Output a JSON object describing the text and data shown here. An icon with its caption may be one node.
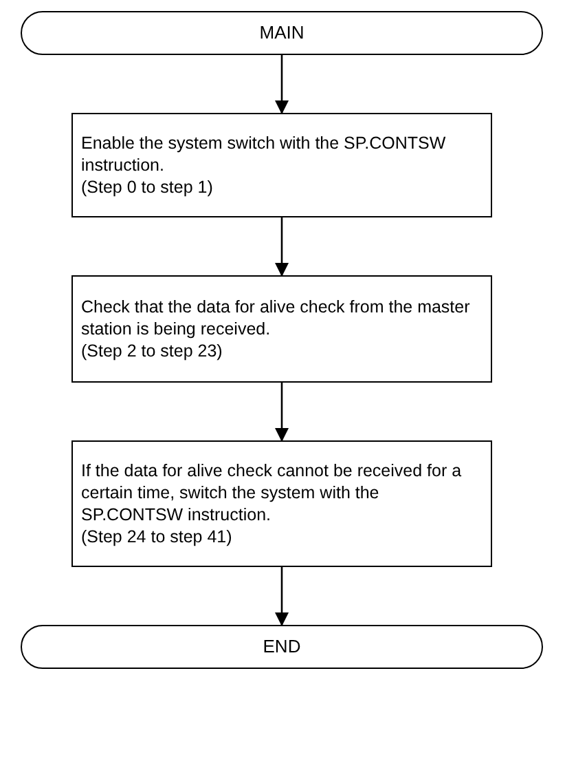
{
  "diagram": {
    "nodes": [
      {
        "text": [
          "MAIN"
        ]
      },
      {
        "text": [
          "Enable the system switch with the SP.CONTSW instruction.",
          "(Step 0 to step 1)"
        ]
      },
      {
        "text": [
          "Check that the data for alive check from the master station is being received.",
          "(Step 2 to step 23)"
        ]
      },
      {
        "text": [
          "If the data for alive check cannot be received for a certain time, switch the system with the SP.CONTSW instruction.",
          "(Step 24 to step 41)"
        ]
      },
      {
        "text": [
          "END"
        ]
      }
    ],
    "edges": [
      {
        "from": 0,
        "to": 1,
        "arrow": "to"
      },
      {
        "from": 1,
        "to": 2,
        "arrow": "to"
      },
      {
        "from": 2,
        "to": 3,
        "arrow": "to"
      },
      {
        "from": 3,
        "to": 4,
        "arrow": "to"
      }
    ]
  }
}
